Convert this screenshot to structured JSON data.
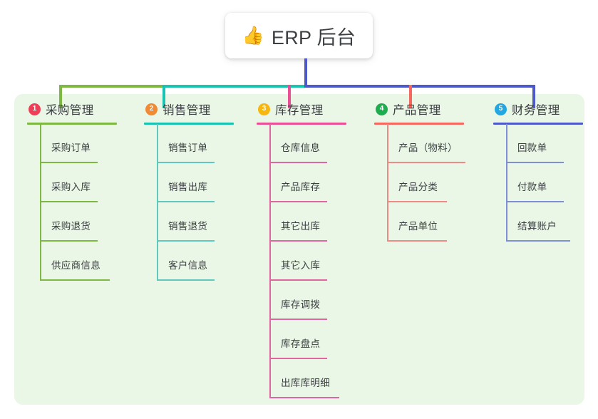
{
  "root": {
    "icon": "thumbs-up-icon",
    "emoji": "👍",
    "title": "ERP 后台"
  },
  "palette": {
    "panel_bg": "#eaf6e6",
    "page_bg": "#ffffff",
    "text": "#3c4043",
    "green": "#7cb842",
    "teal": "#18c4b0",
    "pink": "#ea4f96",
    "salmon": "#f4685f",
    "blue": "#4d59c9",
    "badge_1": "#ef3e56",
    "badge_2": "#f08a35",
    "badge_3": "#f7b711",
    "badge_4": "#1dad4e",
    "badge_5": "#22a7e0",
    "leaf_blue": "#7f8fd6"
  },
  "columns": [
    {
      "number": "1",
      "title": "采购管理",
      "badge_color": "#ef3e56",
      "rule_color": "#7cb842",
      "line_color": "#7cb842",
      "head_rule_width": 126,
      "items": [
        {
          "label": "采购订单",
          "rule_width": 81
        },
        {
          "label": "采购入库",
          "rule_width": 81
        },
        {
          "label": "采购退货",
          "rule_width": 81
        },
        {
          "label": "供应商信息",
          "rule_width": 98
        }
      ]
    },
    {
      "number": "2",
      "title": "销售管理",
      "badge_color": "#f08a35",
      "rule_color": "#18c4b0",
      "line_color": "#5fc9c0",
      "head_rule_width": 126,
      "items": [
        {
          "label": "销售订单",
          "rule_width": 81
        },
        {
          "label": "销售出库",
          "rule_width": 81
        },
        {
          "label": "销售退货",
          "rule_width": 81
        },
        {
          "label": "客户信息",
          "rule_width": 81
        }
      ]
    },
    {
      "number": "3",
      "title": "库存管理",
      "badge_color": "#f7b711",
      "rule_color": "#ea4f96",
      "line_color": "#e0669f",
      "head_rule_width": 126,
      "items": [
        {
          "label": "仓库信息",
          "rule_width": 81
        },
        {
          "label": "产品库存",
          "rule_width": 81
        },
        {
          "label": "其它出库",
          "rule_width": 81
        },
        {
          "label": "其它入库",
          "rule_width": 81
        },
        {
          "label": "库存调拨",
          "rule_width": 81
        },
        {
          "label": "库存盘点",
          "rule_width": 81
        },
        {
          "label": "出库库明细",
          "rule_width": 98
        }
      ]
    },
    {
      "number": "4",
      "title": "产品管理",
      "badge_color": "#1dad4e",
      "rule_color": "#f4685f",
      "line_color": "#f08a86",
      "head_rule_width": 126,
      "items": [
        {
          "label": "产品（物料）",
          "rule_width": 110
        },
        {
          "label": "产品分类",
          "rule_width": 84
        },
        {
          "label": "产品单位",
          "rule_width": 84
        }
      ]
    },
    {
      "number": "5",
      "title": "财务管理",
      "badge_color": "#22a7e0",
      "rule_color": "#4d59c9",
      "line_color": "#7f8fd6",
      "head_rule_width": 126,
      "items": [
        {
          "label": "回款单",
          "rule_width": 81
        },
        {
          "label": "付款单",
          "rule_width": 81
        },
        {
          "label": "结算账户",
          "rule_width": 90
        }
      ]
    }
  ]
}
